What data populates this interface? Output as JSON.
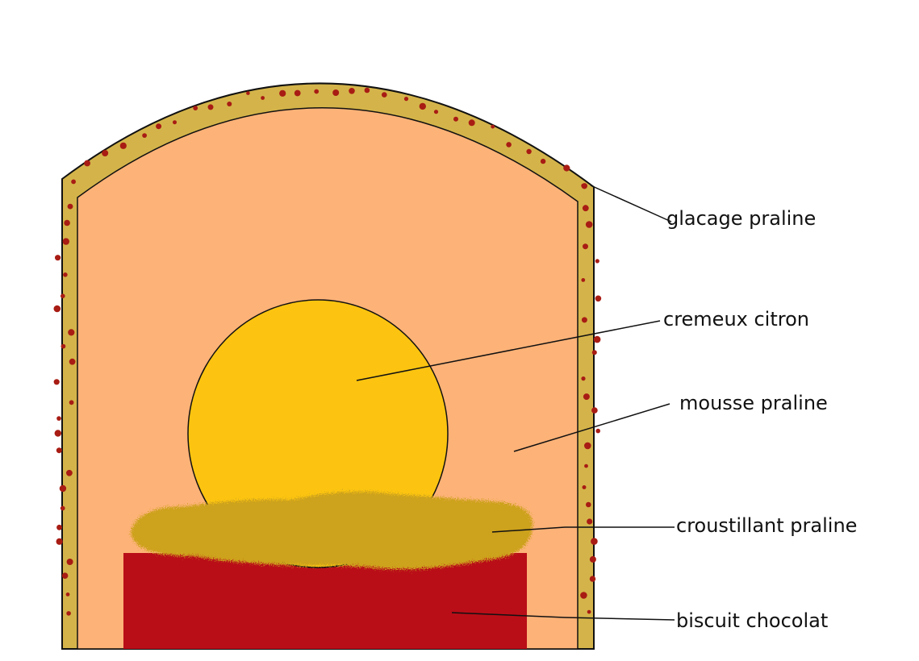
{
  "labels": {
    "glacage": "glacage praline",
    "cremeux": "cremeux citron",
    "mousse": "mousse praline",
    "croustillant": "croustillant praline",
    "biscuit": "biscuit chocolat"
  },
  "colors": {
    "glacage": "#d4b44a",
    "mousse": "#fdb277",
    "cremeux": "#fcc410",
    "croustillant": "#cda21c",
    "biscuit": "#b90e18",
    "speckles": "#a81c14",
    "outline": "#111111"
  }
}
